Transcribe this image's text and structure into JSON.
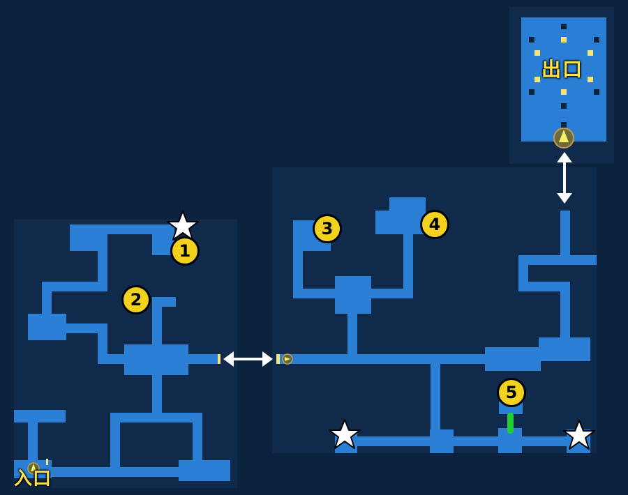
{
  "map": {
    "exit_label": "出口",
    "entrance_label": "入口",
    "markers": [
      {
        "id": "1",
        "label": "1"
      },
      {
        "id": "2",
        "label": "2"
      },
      {
        "id": "3",
        "label": "3"
      },
      {
        "id": "4",
        "label": "4"
      },
      {
        "id": "5",
        "label": "5"
      }
    ]
  },
  "colors": {
    "background": "#0c2340",
    "floor": "#2a7fd4",
    "marker_fill": "#f3d21f",
    "switch_green": "#22cc33"
  },
  "icons": [
    "star-icon",
    "double-arrow-icon",
    "stairs-up-icon",
    "door-marker-icon",
    "switch-icon"
  ]
}
